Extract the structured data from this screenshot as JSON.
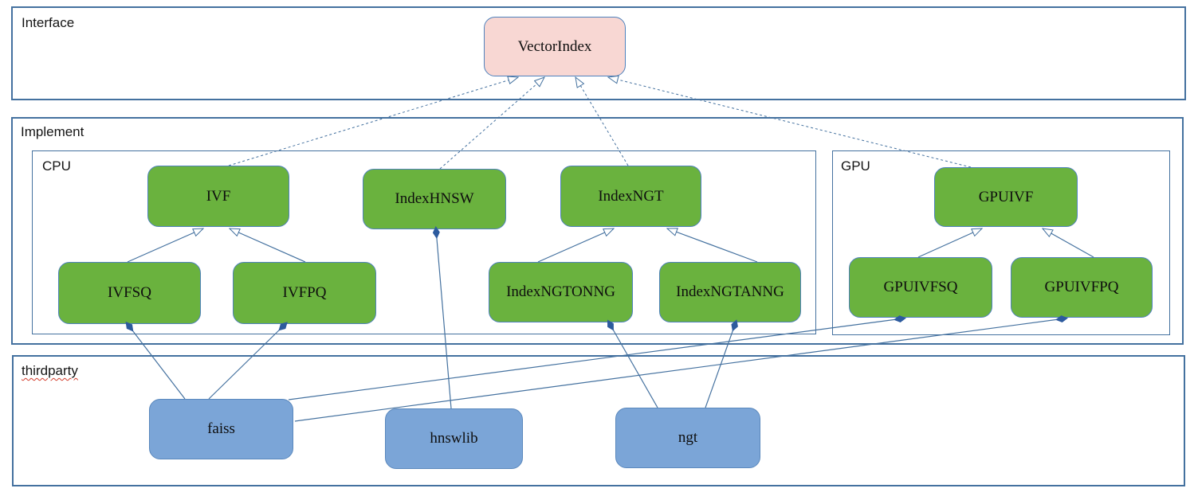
{
  "diagram": {
    "type": "uml-class-diagram",
    "sections": {
      "interface": {
        "label": "Interface"
      },
      "implement": {
        "label": "Implement"
      },
      "cpu": {
        "label": "CPU"
      },
      "gpu": {
        "label": "GPU"
      },
      "thirdparty": {
        "label": "thirdparty"
      }
    },
    "nodes": {
      "vectorindex": {
        "label": "VectorIndex",
        "section": "interface",
        "color": "pink"
      },
      "ivf": {
        "label": "IVF",
        "section": "cpu",
        "color": "green"
      },
      "indexhnsw": {
        "label": "IndexHNSW",
        "section": "cpu",
        "color": "green"
      },
      "indexngt": {
        "label": "IndexNGT",
        "section": "cpu",
        "color": "green"
      },
      "ivfsq": {
        "label": "IVFSQ",
        "section": "cpu",
        "color": "green"
      },
      "ivfpq": {
        "label": "IVFPQ",
        "section": "cpu",
        "color": "green"
      },
      "indexngtonng": {
        "label": "IndexNGTONNG",
        "section": "cpu",
        "color": "green"
      },
      "indexngtanng": {
        "label": "IndexNGTANNG",
        "section": "cpu",
        "color": "green"
      },
      "gpuivf": {
        "label": "GPUIVF",
        "section": "gpu",
        "color": "green"
      },
      "gpuivfsq": {
        "label": "GPUIVFSQ",
        "section": "gpu",
        "color": "green"
      },
      "gpuivfpq": {
        "label": "GPUIVFPQ",
        "section": "gpu",
        "color": "green"
      },
      "faiss": {
        "label": "faiss",
        "section": "thirdparty",
        "color": "blue"
      },
      "hnswlib": {
        "label": "hnswlib",
        "section": "thirdparty",
        "color": "blue"
      },
      "ngt": {
        "label": "ngt",
        "section": "thirdparty",
        "color": "blue"
      }
    },
    "edges": [
      {
        "from": "ivf",
        "to": "vectorindex",
        "type": "implements"
      },
      {
        "from": "indexhnsw",
        "to": "vectorindex",
        "type": "implements"
      },
      {
        "from": "indexngt",
        "to": "vectorindex",
        "type": "implements"
      },
      {
        "from": "gpuivf",
        "to": "vectorindex",
        "type": "implements"
      },
      {
        "from": "ivfsq",
        "to": "ivf",
        "type": "inherits"
      },
      {
        "from": "ivfpq",
        "to": "ivf",
        "type": "inherits"
      },
      {
        "from": "indexngtonng",
        "to": "indexngt",
        "type": "inherits"
      },
      {
        "from": "indexngtanng",
        "to": "indexngt",
        "type": "inherits"
      },
      {
        "from": "gpuivfsq",
        "to": "gpuivf",
        "type": "inherits"
      },
      {
        "from": "gpuivfpq",
        "to": "gpuivf",
        "type": "inherits"
      },
      {
        "from": "ivfsq",
        "to": "faiss",
        "type": "composition"
      },
      {
        "from": "ivfpq",
        "to": "faiss",
        "type": "composition"
      },
      {
        "from": "indexhnsw",
        "to": "hnswlib",
        "type": "composition"
      },
      {
        "from": "indexngtonng",
        "to": "ngt",
        "type": "composition"
      },
      {
        "from": "indexngtanng",
        "to": "ngt",
        "type": "composition"
      },
      {
        "from": "gpuivfsq",
        "to": "faiss",
        "type": "composition"
      },
      {
        "from": "gpuivfpq",
        "to": "faiss",
        "type": "composition"
      }
    ],
    "colors": {
      "section_border": "#44719f",
      "connector": "#44719f",
      "node_border": "#4f82bd",
      "green_fill": "#6ab23e",
      "pink_fill": "#f8d7d3",
      "blue_fill": "#7ba5d7",
      "diamond_fill": "#2d5b9e",
      "spellcheck_underline": "#d23b2a"
    }
  }
}
